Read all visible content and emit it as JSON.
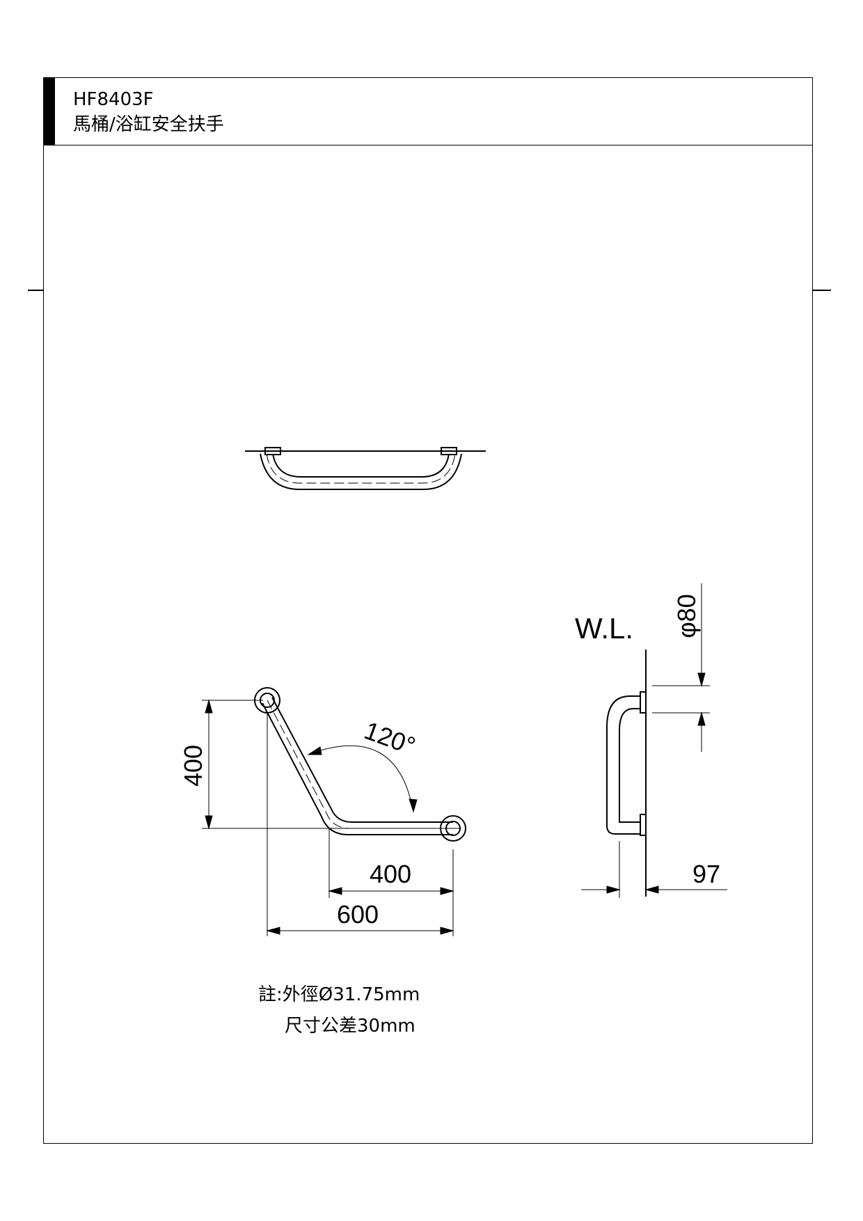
{
  "header": {
    "model": "HF8403F",
    "product_name": "馬桶/浴缸安全扶手"
  },
  "dimensions": {
    "height": "400",
    "angle": "120°",
    "bottom_length": "400",
    "overall_width": "600",
    "wall_label": "W.L.",
    "flange_diameter": "φ80",
    "projection": "97"
  },
  "notes": {
    "outer_diameter": "註:外徑Ø31.75mm",
    "tolerance": "尺寸公差30mm"
  }
}
